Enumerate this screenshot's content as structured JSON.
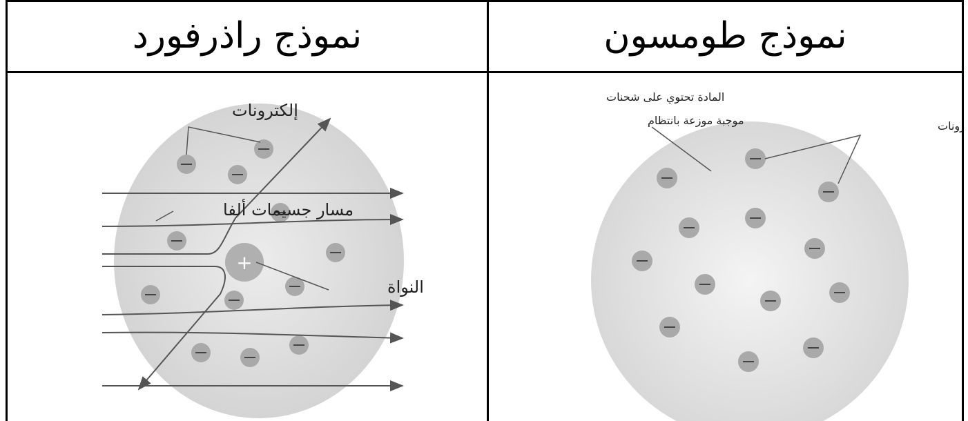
{
  "headers": {
    "rutherford": "نموذج راذرفورد",
    "thomson": "نموذج طومسون"
  },
  "rutherford": {
    "electrons_label": "إلكترونات",
    "alpha_path_label": "مسار جسيمات ألفا",
    "nucleus_label": "النواة",
    "nucleus_sign": "+"
  },
  "thomson": {
    "matter_label_line1": "المادة تحتوي على شحنات",
    "matter_label_line2": "موجبة موزعة بانتظام",
    "electrons_label": "إلكترونات"
  },
  "colors": {
    "sphere": "#dcdcdc",
    "electron": "#a9a9a9",
    "nucleus": "#b0b0b0",
    "line": "#555555",
    "border": "#000000"
  }
}
